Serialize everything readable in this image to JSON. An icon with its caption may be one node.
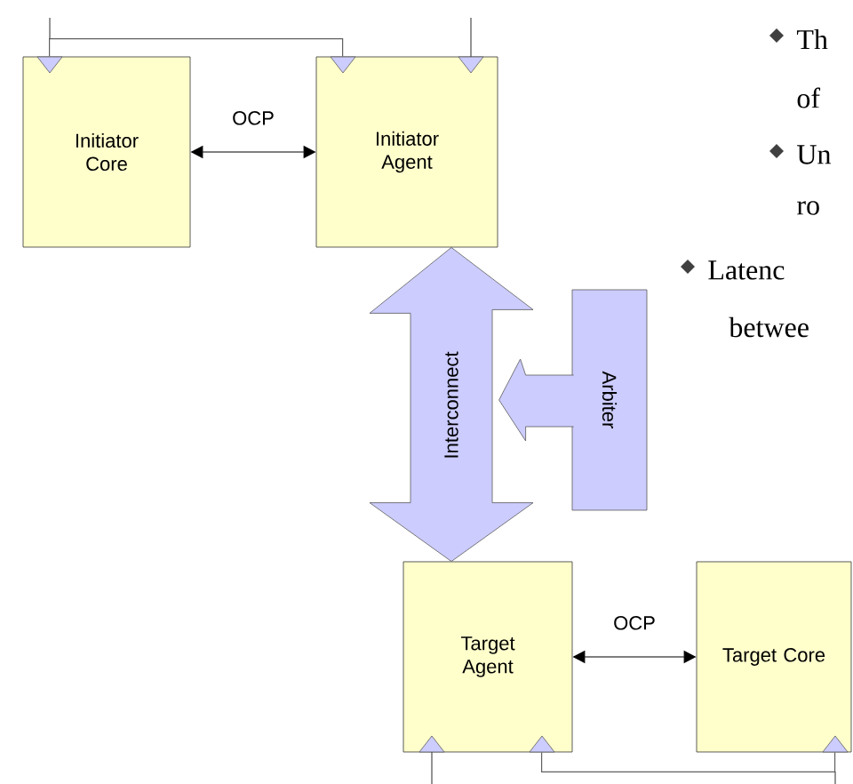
{
  "diagram": {
    "nodes": [
      {
        "text": [
          "Initiator Core"
        ]
      },
      {
        "text": [
          "Initiator Agent"
        ]
      },
      {
        "text": [
          "Arbiter"
        ]
      },
      {
        "text": [
          "Target Agent"
        ]
      },
      {
        "text": [
          "Target Core"
        ]
      }
    ],
    "edges": [
      {
        "from": 0,
        "to": 1,
        "arrow": "both",
        "label": "OCP"
      },
      {
        "from": 3,
        "to": 4,
        "arrow": "both",
        "label": "OCP"
      },
      {
        "from": 0,
        "to": 1,
        "arrow": "none",
        "color": "#606060"
      },
      {
        "from": 3,
        "to": 4,
        "arrow": "none",
        "color": "#606060"
      },
      {
        "from": 1,
        "to": 3,
        "arrow": "both",
        "label": "Interconnect",
        "style": "thick"
      },
      {
        "from": 2,
        "to": null,
        "arrow": "to",
        "style": "thick"
      }
    ],
    "labels": [
      "Th",
      "of",
      "Un",
      "ro",
      "Latenc",
      "betwee"
    ]
  }
}
